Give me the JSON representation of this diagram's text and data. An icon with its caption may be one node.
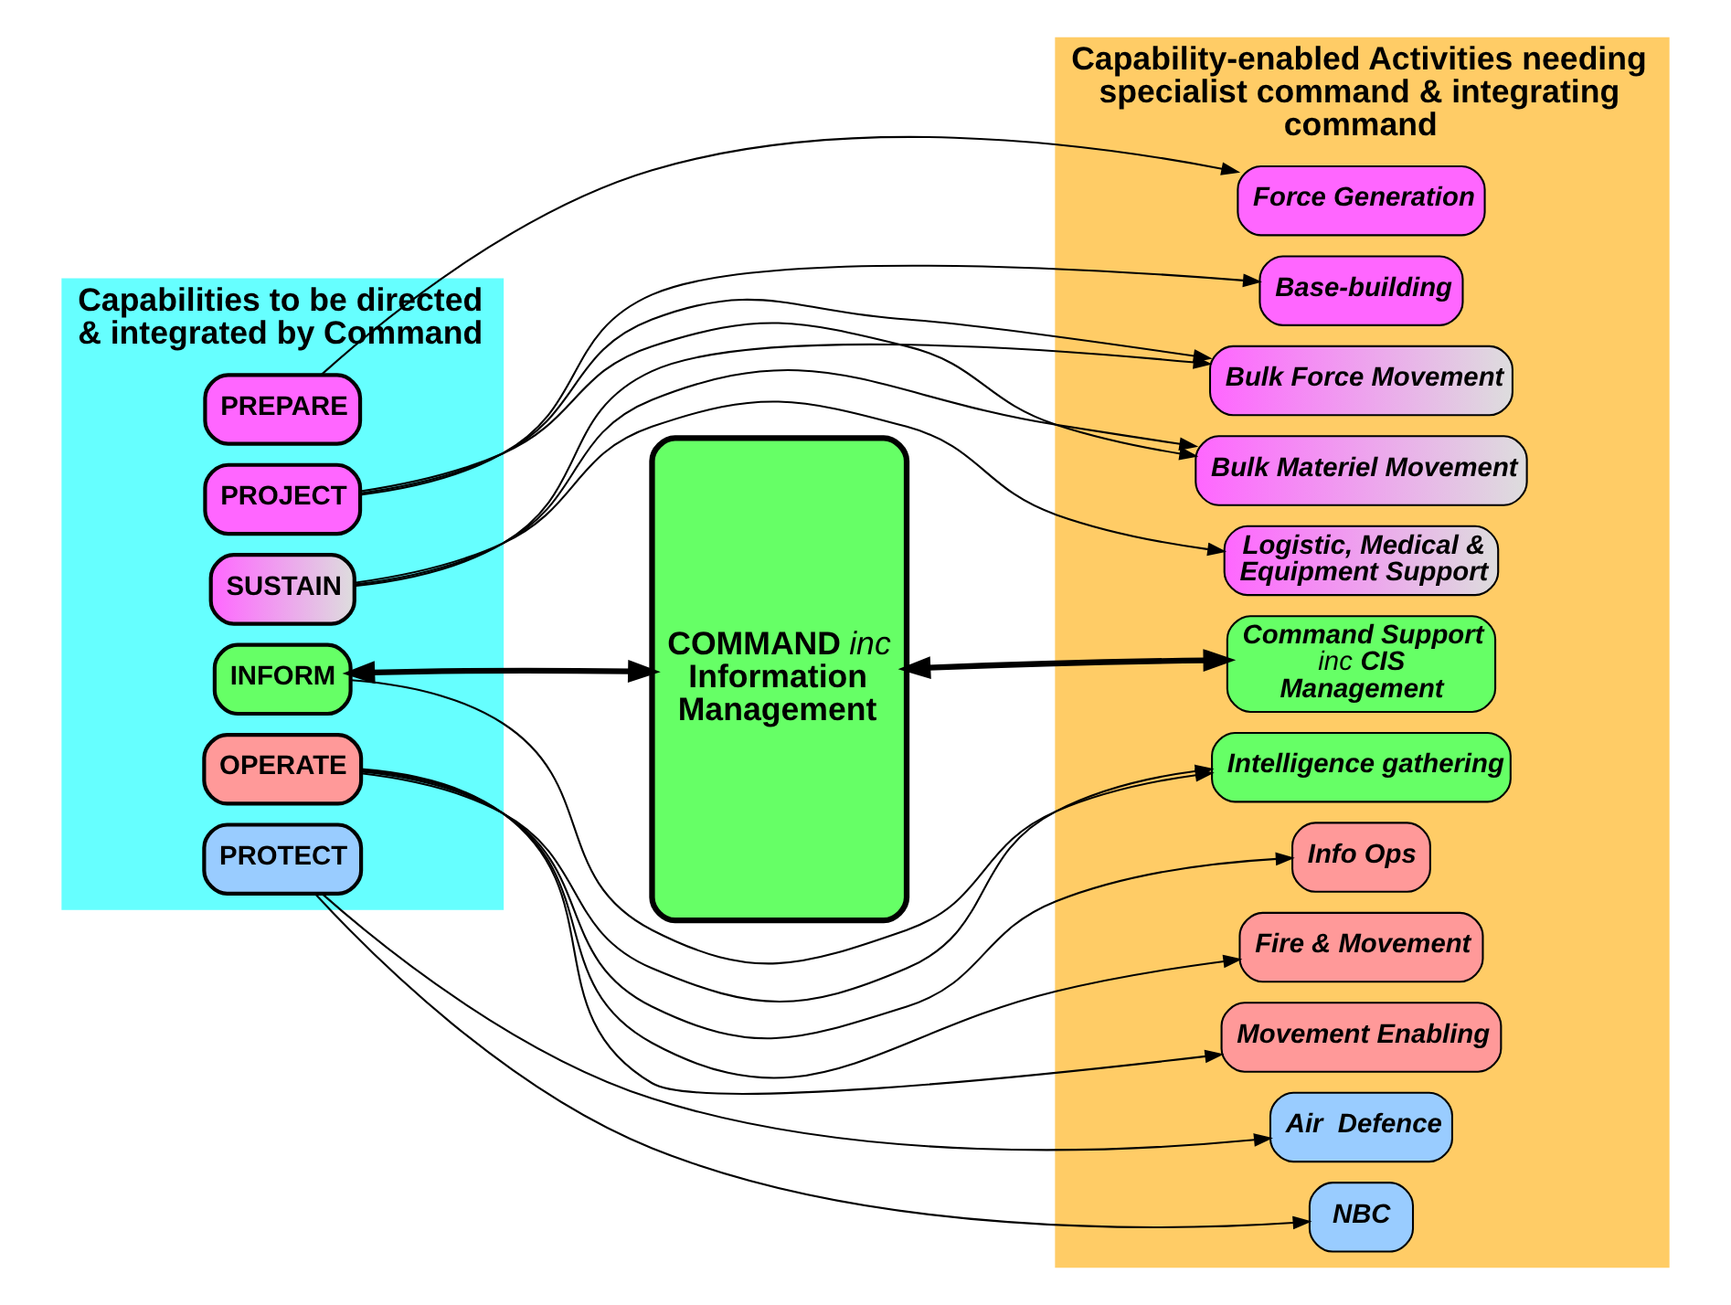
{
  "diagram": {
    "nodes": [
      {
        "text": [
          "Capabilities to be directed & integrated by Command"
        ]
      },
      {
        "text": [
          "Capability-enabled Activities needing specialist command & integrating command"
        ]
      },
      {
        "text": [
          "PREPARE"
        ],
        "in": 0
      },
      {
        "text": [
          "PROJECT"
        ],
        "in": 0
      },
      {
        "text": [
          "SUSTAIN"
        ],
        "in": 0
      },
      {
        "text": [
          "INFORM"
        ],
        "in": 0
      },
      {
        "text": [
          "OPERATE"
        ],
        "in": 0
      },
      {
        "text": [
          "PROTECT"
        ],
        "in": 0
      },
      {
        "text": [
          "COMMAND *inc* Information Management"
        ]
      },
      {
        "text": [
          "Force Generation"
        ],
        "in": 1
      },
      {
        "text": [
          "Base-building"
        ],
        "in": 1
      },
      {
        "text": [
          "Bulk Force Movement"
        ],
        "in": 1
      },
      {
        "text": [
          "Bulk Materiel Movement"
        ],
        "in": 1
      },
      {
        "text": [
          "Logistic, Medical & Equipment Support"
        ],
        "in": 1
      },
      {
        "text": [
          "Command Support *inc* CIS Management"
        ],
        "in": 1
      },
      {
        "text": [
          "Intelligence gathering"
        ],
        "in": 1
      },
      {
        "text": [
          "Info Ops"
        ],
        "in": 1
      },
      {
        "text": [
          "Fire & Movement"
        ],
        "in": 1
      },
      {
        "text": [
          "Movement Enabling"
        ],
        "in": 1
      },
      {
        "text": [
          "NBC"
        ],
        "in": 1
      },
      {
        "text": [
          "Air  Defence"
        ],
        "in": 1
      }
    ],
    "edges": [
      {
        "from": 2,
        "to": 9,
        "arrow": "to"
      },
      {
        "from": 3,
        "to": 10,
        "arrow": "to"
      },
      {
        "from": 3,
        "to": 11,
        "arrow": "to"
      },
      {
        "from": 3,
        "to": 12,
        "arrow": "to"
      },
      {
        "from": 4,
        "to": 11,
        "arrow": "to"
      },
      {
        "from": 4,
        "to": 12,
        "arrow": "to"
      },
      {
        "from": 4,
        "to": 13,
        "arrow": "to"
      },
      {
        "from": 5,
        "to": 8,
        "arrow": "both",
        "style": "thick"
      },
      {
        "from": 8,
        "to": 14,
        "arrow": "both",
        "style": "thick"
      },
      {
        "from": 5,
        "to": 15,
        "arrow": "to"
      },
      {
        "from": 6,
        "to": 15,
        "arrow": "to"
      },
      {
        "from": 6,
        "to": 16,
        "arrow": "to"
      },
      {
        "from": 6,
        "to": 17,
        "arrow": "to"
      },
      {
        "from": 6,
        "to": 18,
        "arrow": "to"
      },
      {
        "from": 7,
        "to": 19,
        "arrow": "to"
      },
      {
        "from": 7,
        "to": 20,
        "arrow": "to"
      }
    ]
  }
}
